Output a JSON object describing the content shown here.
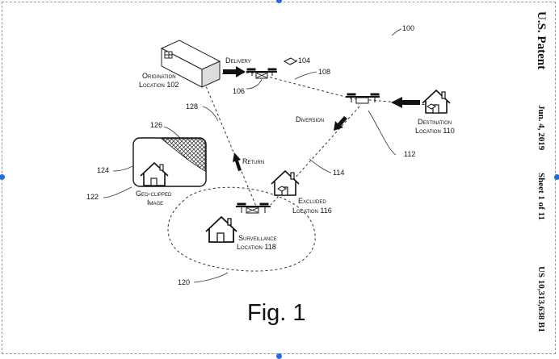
{
  "header": {
    "patent": "U.S. Patent",
    "date": "Jun. 4, 2019",
    "sheet": "Sheet 1 of 11",
    "number": "US 10,313,638 B1"
  },
  "figure_label": "Fig. 1",
  "refs": {
    "r100": "100",
    "r104": "104",
    "r106": "106",
    "r108": "108",
    "r112": "112",
    "r114": "114",
    "r120": "120",
    "r122": "122",
    "r124": "124",
    "r126": "126",
    "r128": "128"
  },
  "labels": {
    "delivery": "Delivery",
    "origination_line1": "Origination",
    "origination_line2": "Location 102",
    "destination_line1": "Destination",
    "destination_line2": "Location 110",
    "diversion": "Diversion",
    "return": "Return",
    "excluded_line1": "Excluded",
    "excluded_line2": "Location 116",
    "surveillance_line1": "Surveillance",
    "surveillance_line2": "Location 118",
    "geoclipped_line1": "Geo-clipped",
    "geoclipped_line2": "Image"
  }
}
